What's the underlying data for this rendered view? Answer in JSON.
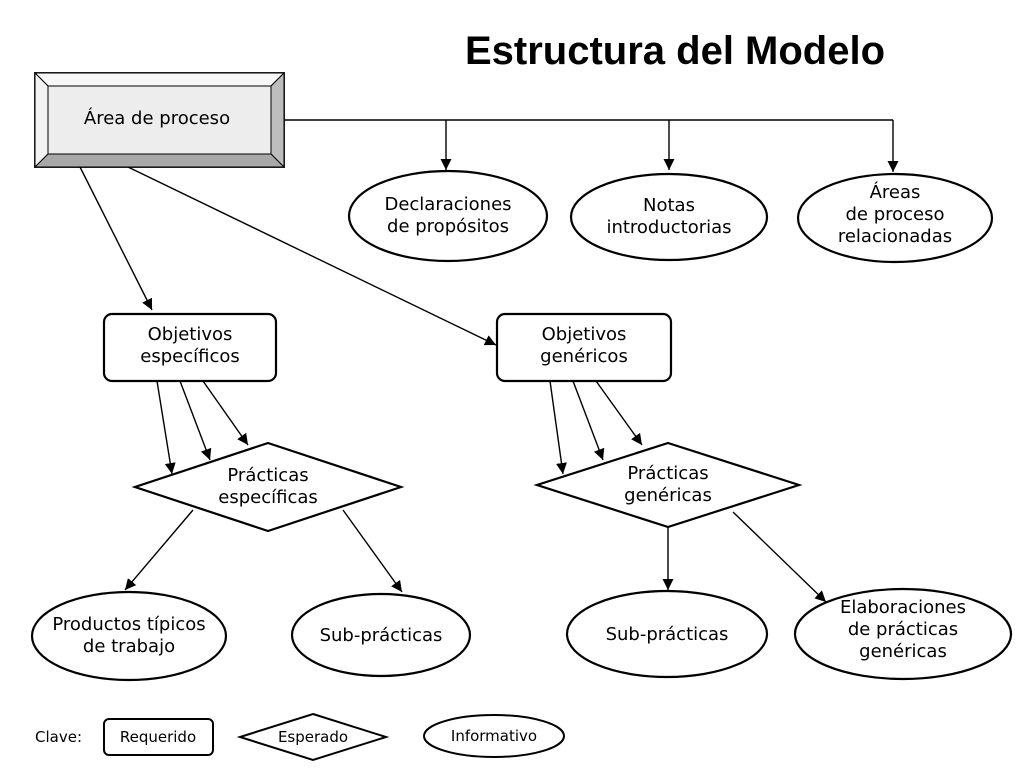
{
  "title": "Estructura del Modelo",
  "nodes": {
    "area_proceso": [
      "Área de proceso"
    ],
    "declaraciones": [
      "Declaraciones",
      "de propósitos"
    ],
    "notas": [
      "Notas",
      "introductorias"
    ],
    "areas_relacionadas": [
      "Áreas",
      "de proceso",
      "relacionadas"
    ],
    "obj_especificos": [
      "Objetivos",
      "específicos"
    ],
    "obj_genericos": [
      "Objetivos",
      "genéricos"
    ],
    "prac_especificas": [
      "Prácticas",
      "específicas"
    ],
    "prac_genericas": [
      "Prácticas",
      "genéricas"
    ],
    "productos": [
      "Productos típicos",
      "de trabajo"
    ],
    "subprac_esp": [
      "Sub-prácticas"
    ],
    "subprac_gen": [
      "Sub-prácticas"
    ],
    "elaboraciones": [
      "Elaboraciones",
      "de prácticas",
      "genéricas"
    ]
  },
  "legend": {
    "label": "Clave:",
    "requerido": "Requerido",
    "esperado": "Esperado",
    "informativo": "Informativo"
  }
}
